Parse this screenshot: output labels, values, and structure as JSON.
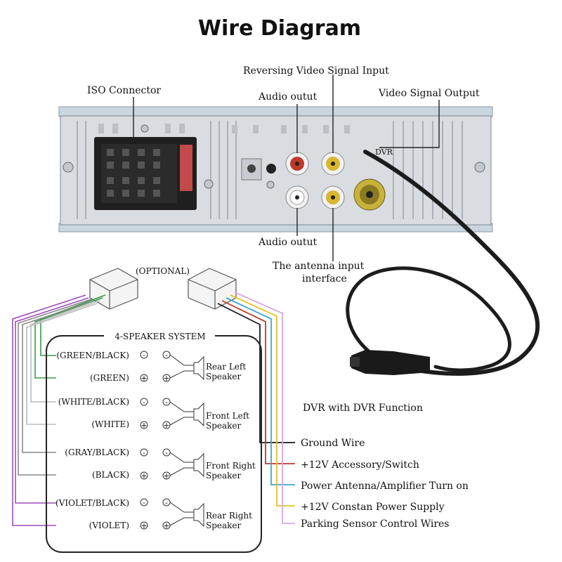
{
  "title": "Wire Diagram",
  "top_labels": {
    "iso": "ISO Connector",
    "reversing": "Reversing Video Signal Input",
    "audio_top": "Audio outut",
    "video_out": "Video Signal Output",
    "audio_bottom": "Audio outut",
    "antenna_l1": "The antenna input",
    "antenna_l2": "interface",
    "dvr_port": "DVR",
    "dvr": "DVR with DVR Function"
  },
  "optional": "(OPTIONAL)",
  "speaker_system": "4-SPEAKER SYSTEM",
  "wires": [
    "(GREEN/BLACK)",
    "(GREEN)",
    "(WHITE/BLACK)",
    "(WHITE)",
    "(GRAY/BLACK)",
    "(BLACK)",
    "(VIOLET/BLACK)",
    "(VIOLET)"
  ],
  "speakers": [
    {
      "l1": "Rear Left",
      "l2": "Speaker"
    },
    {
      "l1": "Front Left",
      "l2": "Speaker"
    },
    {
      "l1": "Front Right",
      "l2": "Speaker"
    },
    {
      "l1": "Rear Right",
      "l2": "Speaker"
    }
  ],
  "polarity": {
    "neg": "-",
    "pos": "+"
  },
  "power_wires": [
    {
      "label": "Ground Wire",
      "color": "#1a1a1a"
    },
    {
      "label": "+12V Accessory/Switch",
      "color": "#c0392b"
    },
    {
      "label": "Power Antenna/Amplifier Turn on",
      "color": "#3fa7c9"
    },
    {
      "label": "+12V Constan Power Supply",
      "color": "#e6c22a"
    },
    {
      "label": "Parking Sensor Control Wires",
      "color": "#d9a6e6"
    }
  ],
  "colors": {
    "green": "#3a9a4a",
    "white": "#d8d8d8",
    "gray": "#8a8a8a",
    "violet": "#9a4fb8",
    "panel": "#d9dde2",
    "rca_red": "#c0392b",
    "rca_yellow": "#d8b630"
  }
}
